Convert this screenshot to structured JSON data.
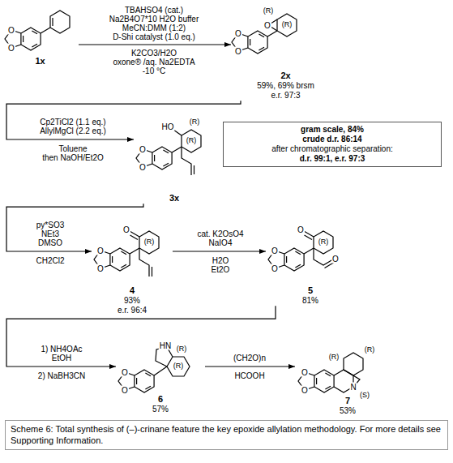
{
  "diagram": {
    "caption": "Scheme 6: Total synthesis of (–)-crinane feature the key epoxide allylation methodology. For more details see Supporting Information.",
    "nodes": [
      {
        "text": [
          "1x"
        ]
      },
      {
        "text": [
          "2x",
          "59%, 69% brsm",
          "e.r. 97:3"
        ]
      },
      {
        "text": [
          "3x"
        ]
      },
      {
        "text": [
          "gram scale, 84%",
          "crude d.r. 86:14",
          "after chromatographic separation:",
          "d.r. 99:1, e.r. 97:3"
        ]
      },
      {
        "text": [
          "4",
          "93%",
          "e.r. 96:4"
        ]
      },
      {
        "text": [
          "5",
          "81%"
        ]
      },
      {
        "text": [
          "6",
          "57%"
        ]
      },
      {
        "text": [
          "7",
          "53%"
        ]
      }
    ],
    "edges": [
      {
        "from": 0,
        "to": 1,
        "arrow": "to"
      },
      {
        "from": 1,
        "to": 2,
        "arrow": "to"
      },
      {
        "from": 2,
        "to": 4,
        "arrow": "to"
      },
      {
        "from": 4,
        "to": 5,
        "arrow": "to"
      },
      {
        "from": 5,
        "to": 6,
        "arrow": "to"
      },
      {
        "from": 6,
        "to": 7,
        "arrow": "to"
      }
    ],
    "labels": [
      "TBAHSO4 (cat.)",
      "Na2B4O7*10 H2O buffer",
      "MeCN:DMM (1:2)",
      "D-Shi catalyst (1.0 eq.)",
      "K2CO3/H2O",
      "oxone® /aq. Na2EDTA",
      "-10 °C",
      "O",
      "O",
      "O",
      "O",
      "O",
      "(R)",
      "(R)",
      "Cp2TiCl2 (1.1 eq.)",
      "AllylMgCl (2.2 eq.)",
      "Toluene",
      "then NaOH/Et2O",
      "O",
      "O",
      "HO",
      "(R)",
      "(R)",
      "py*SO3",
      "NEt3",
      "DMSO",
      "CH2Cl2",
      "O",
      "O",
      "O",
      "(R)",
      "cat. K2OsO4",
      "NaIO4",
      "H2O",
      "Et2O",
      "O",
      "O",
      "O",
      "O",
      "(R)",
      "1) NH4OAc",
      "EtOH",
      "2) NaBH3CN",
      "O",
      "O",
      "HN",
      "(R)",
      "(R)",
      "(CH2O)n",
      "HCOOH",
      "O",
      "O",
      "N",
      "(R)",
      "(R)",
      "(S)"
    ]
  }
}
